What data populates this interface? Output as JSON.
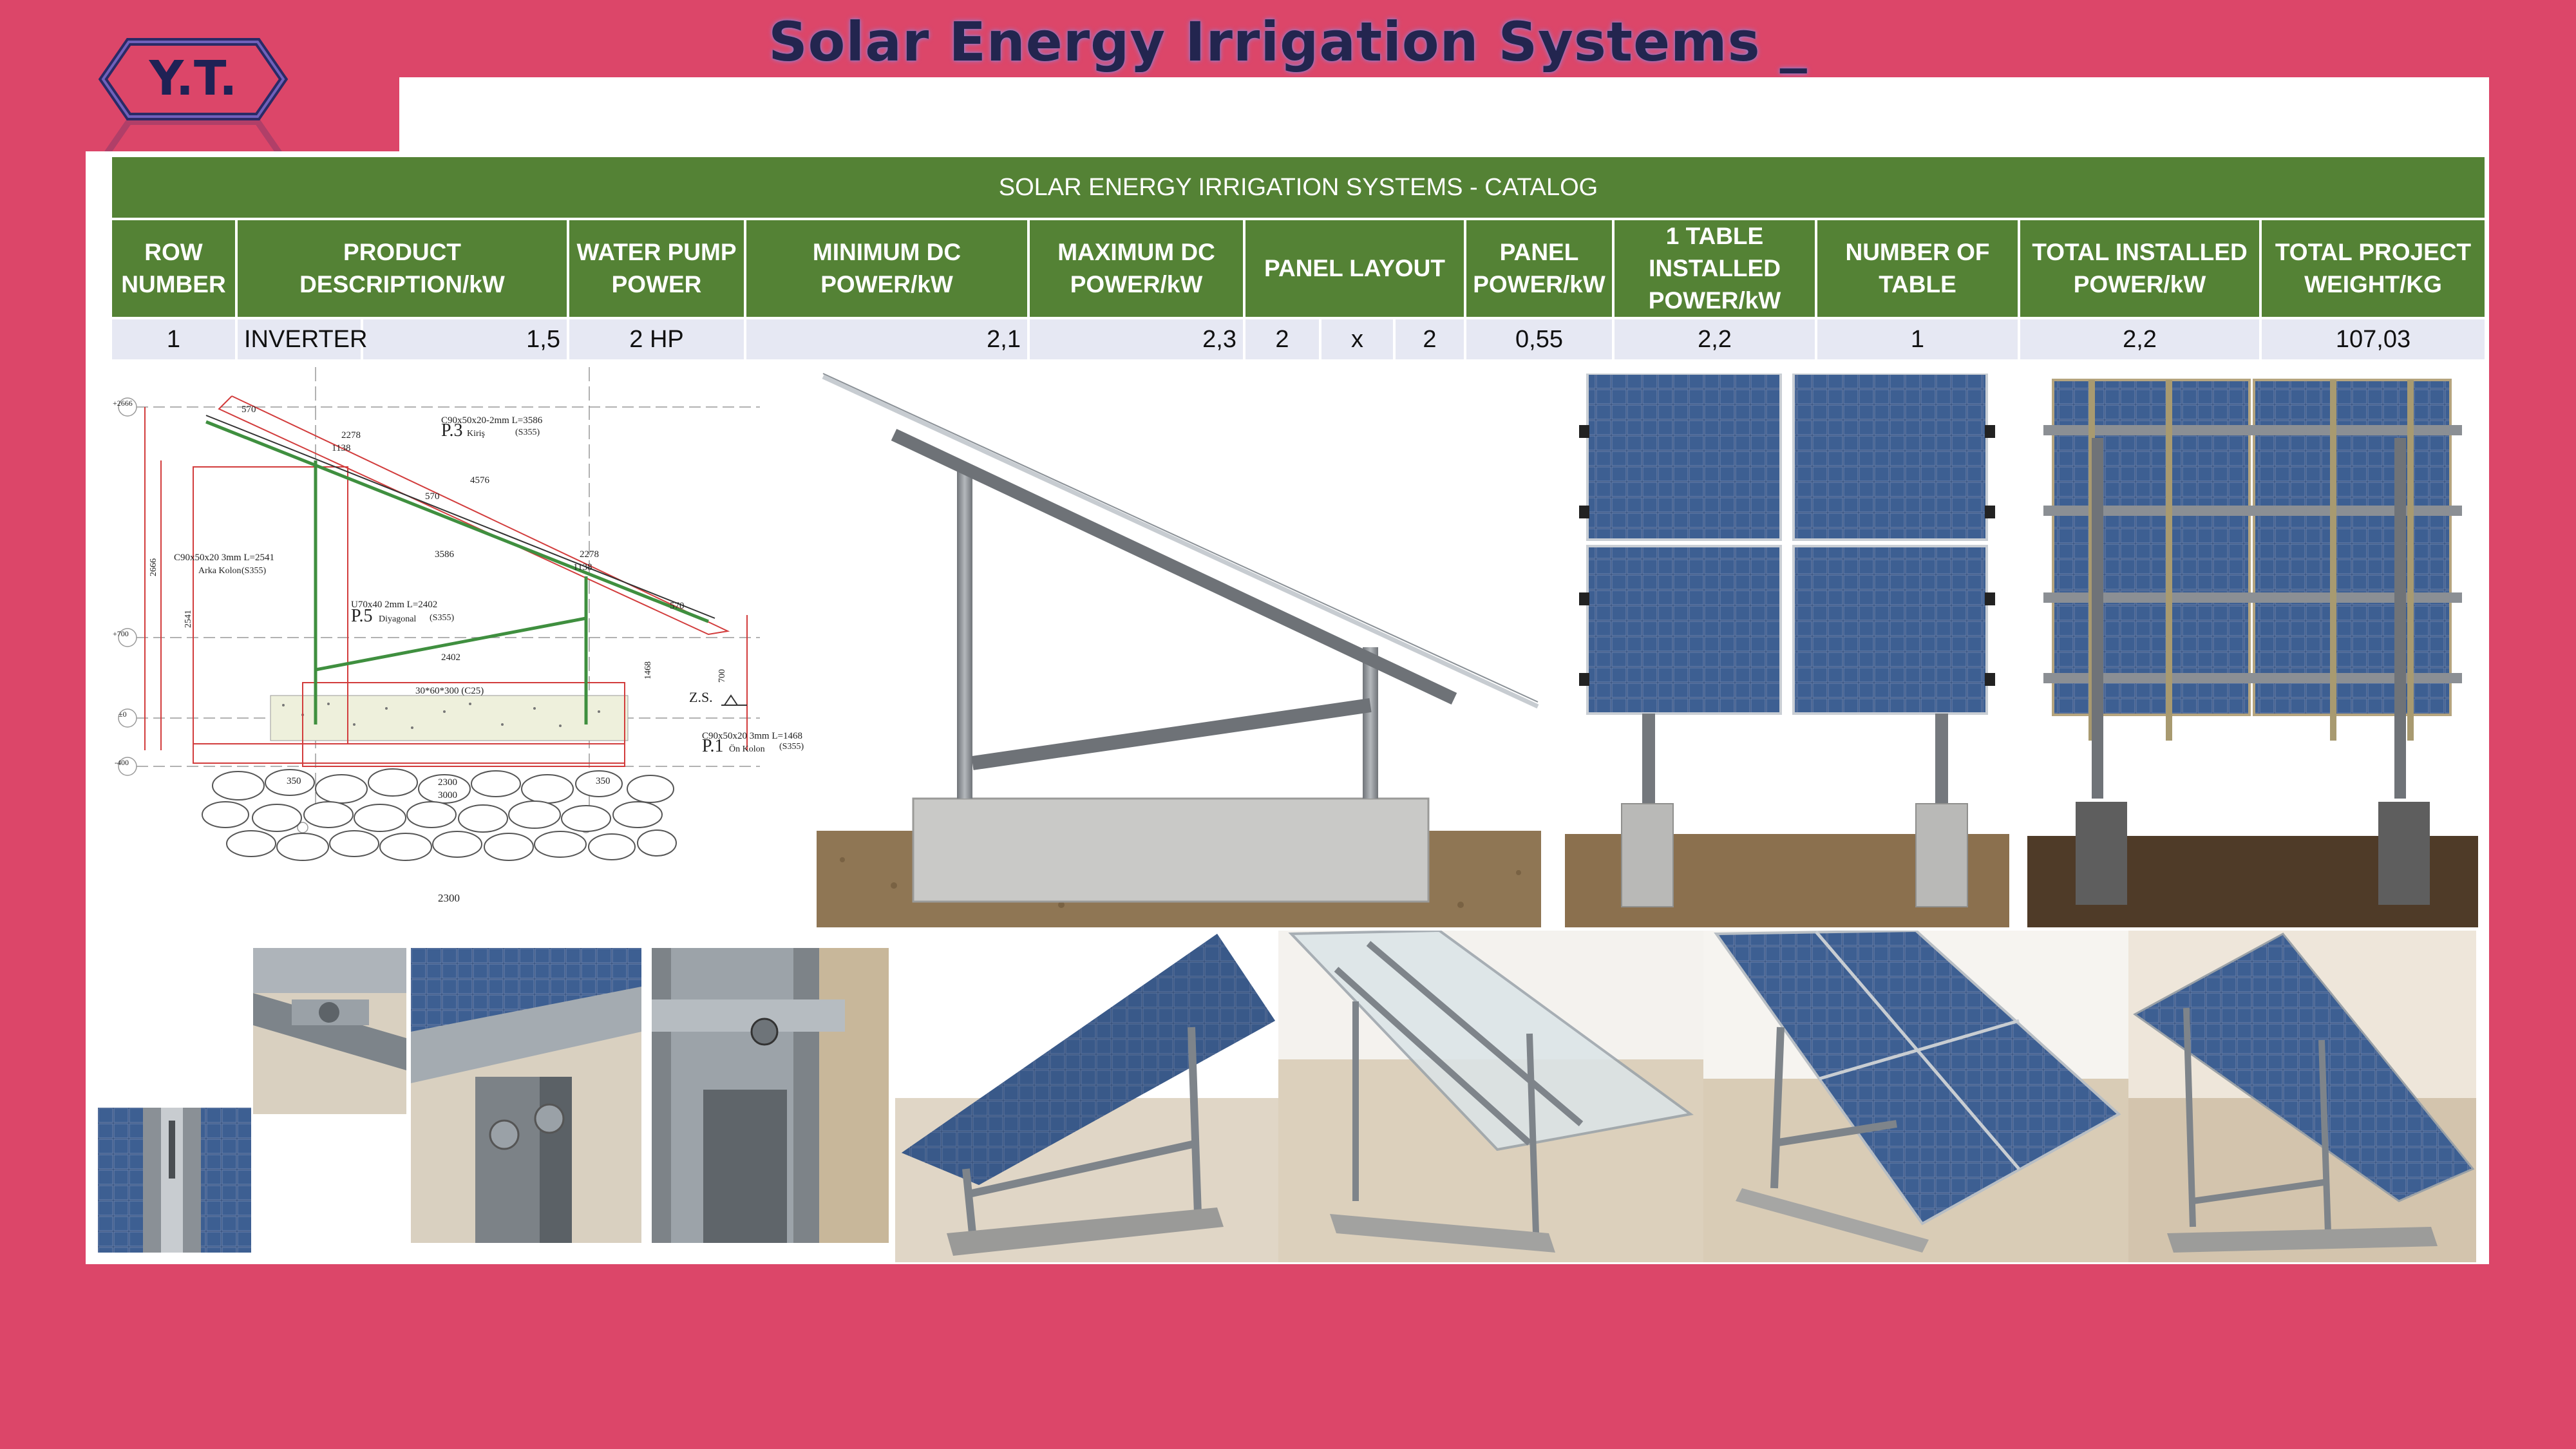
{
  "page": {
    "title": "Solar Energy Irrigation Systems _ Catalog",
    "logo_text": "Y.T."
  },
  "table": {
    "caption": "SOLAR ENERGY IRRIGATION SYSTEMS - CATALOG",
    "headers": {
      "row_number": "ROW NUMBER",
      "product_description": "PRODUCT DESCRIPTION/kW",
      "water_pump_power": "WATER PUMP POWER",
      "min_dc": "MINIMUM DC POWER/kW",
      "max_dc": "MAXIMUM DC POWER/kW",
      "panel_layout": "PANEL LAYOUT",
      "panel_power": "PANEL POWER/kW",
      "table_power": "1 TABLE INSTALLED POWER/kW",
      "number_of_table": "NUMBER OF TABLE",
      "total_installed": "TOTAL INSTALLED POWER/kW",
      "total_weight": "TOTAL PROJECT WEIGHT/KG"
    },
    "row": {
      "row_number": "1",
      "product": "INVERTER",
      "product_kw": "1,5",
      "water_pump_power": "2 HP",
      "min_dc": "2,1",
      "max_dc": "2,3",
      "layout_a": "2",
      "layout_x": "x",
      "layout_b": "2",
      "panel_power": "0,55",
      "table_power": "2,2",
      "number_of_table": "1",
      "total_installed": "2,2",
      "total_weight": "107,03"
    }
  },
  "drawing": {
    "profile_p3": "P.3",
    "profile_p3_name": "Kiriş",
    "profile_p3_spec": "C90x50x20-2mm  L=3586",
    "profile_p5": "P.5",
    "profile_p5_name": "Diyagonal",
    "profile_p5_spec": "U70x40 2mm   L=2402",
    "profile_p1": "P.1",
    "profile_p1_name": "Ön Kolon",
    "profile_p1_spec": "C90x50x20 3mm  L=1468",
    "profile_rear": "C90x50x20 3mm   L=2541",
    "profile_rear_name": "Arka Kolon",
    "grade": "(S355)",
    "footing": "30*60*300 (C25)",
    "level_zs": "Z.S.",
    "dims": {
      "d2300": "2300",
      "d3000": "3000",
      "d350": "350",
      "d2402": "2402",
      "d4576": "4576",
      "d2278": "2278",
      "d570": "570",
      "d1138": "1138",
      "d3586": "3586",
      "d2666": "2666",
      "d2541": "2541",
      "d1468": "1468",
      "d700": "700",
      "lv2666": "+2666",
      "lv700": "+700",
      "lv0": "±0",
      "lv400": "-400"
    }
  },
  "colors": {
    "background": "#dc4669",
    "header_green": "#548235",
    "row_fill": "#e6e8f3",
    "title_text": "#23254f"
  }
}
